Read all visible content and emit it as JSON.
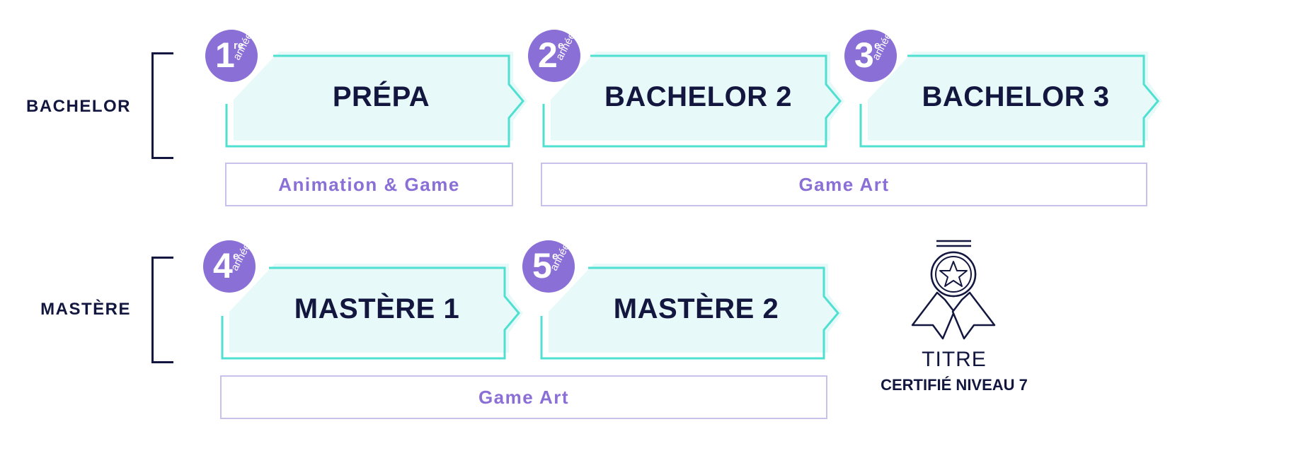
{
  "levels": {
    "bachelor": "BACHELOR",
    "mastere": "MASTÈRE"
  },
  "years": [
    {
      "num": "1",
      "sup": "re",
      "annee": "année",
      "title": "PRÉPA"
    },
    {
      "num": "2",
      "sup": "e",
      "annee": "année",
      "title": "BACHELOR 2"
    },
    {
      "num": "3",
      "sup": "e",
      "annee": "année",
      "title": "BACHELOR 3"
    },
    {
      "num": "4",
      "sup": "e",
      "annee": "année",
      "title": "MASTÈRE 1"
    },
    {
      "num": "5",
      "sup": "e",
      "annee": "année",
      "title": "MASTÈRE 2"
    }
  ],
  "tracks": {
    "prepa": "Animation & Game",
    "bachelor": "Game Art",
    "mastere": "Game Art"
  },
  "certification": {
    "line1": "TITRE",
    "line2": "CERTIFIÉ NIVEAU 7"
  },
  "colors": {
    "navy": "#13173f",
    "purple": "#8a6fd6",
    "teal": "#4fe0d2",
    "teal_fill": "#e7f9f8",
    "track_border": "#c9c0ec"
  }
}
